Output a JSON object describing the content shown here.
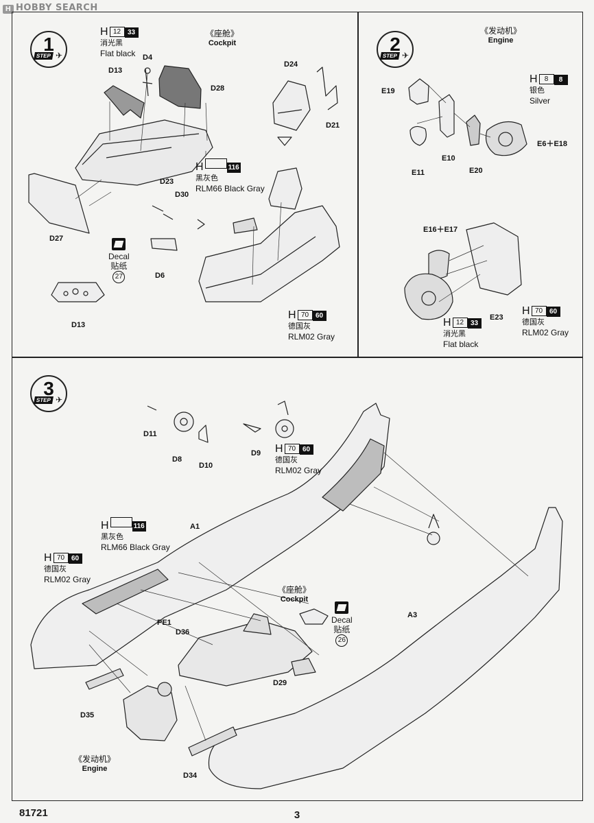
{
  "watermark": "HOBBY SEARCH",
  "watermark_logo": "H",
  "steps": {
    "s1": {
      "num": "1",
      "word": "STEP",
      "title_cn": "《座舱》",
      "title_en": "Cockpit",
      "labels": {
        "d4": "D4",
        "d13": "D13",
        "d28": "D28",
        "d24": "D24",
        "d21": "D21",
        "d23": "D23",
        "d30": "D30",
        "d27": "D27",
        "d6": "D6",
        "d13b": "D13"
      },
      "paint_black": {
        "h": "H",
        "code1": "12",
        "code2": "33",
        "cn": "消光黑",
        "en": "Flat black"
      },
      "paint_rlm66": {
        "h": "H",
        "code2": "116",
        "cn": "黑灰色",
        "en": "RLM66 Black Gray"
      },
      "paint_rlm02": {
        "h": "H",
        "code1": "70",
        "code2": "60",
        "cn": "德国灰",
        "en": "RLM02 Gray"
      },
      "decal": {
        "en": "Decal",
        "cn": "贴纸",
        "num": "27"
      }
    },
    "s2": {
      "num": "2",
      "word": "STEP",
      "title_cn": "《发动机》",
      "title_en": "Engine",
      "labels": {
        "e19": "E19",
        "e11": "E11",
        "e10": "E10",
        "e20": "E20",
        "e6e18": "E6＋E18",
        "e16e17": "E16＋E17",
        "e23": "E23"
      },
      "paint_silver": {
        "h": "H",
        "code1": "8",
        "code2": "8",
        "cn": "银色",
        "en": "Silver"
      },
      "paint_black": {
        "h": "H",
        "code1": "12",
        "code2": "33",
        "cn": "消光黑",
        "en": "Flat black"
      },
      "paint_rlm02": {
        "h": "H",
        "code1": "70",
        "code2": "60",
        "cn": "德国灰",
        "en": "RLM02 Gray"
      }
    },
    "s3": {
      "num": "3",
      "word": "STEP",
      "labels": {
        "d11": "D11",
        "d8": "D8",
        "d10": "D10",
        "d9": "D9",
        "a1": "A1",
        "a3": "A3",
        "pe1": "PE1",
        "d36": "D36",
        "d29": "D29",
        "d35": "D35",
        "d34": "D34"
      },
      "cockpit_cn": "《座舱》",
      "cockpit_en": "Cockpit",
      "engine_cn": "《发动机》",
      "engine_en": "Engine",
      "paint_rlm02_top": {
        "h": "H",
        "code1": "70",
        "code2": "60",
        "cn": "德国灰",
        "en": "RLM02 Gray"
      },
      "paint_rlm66": {
        "h": "H",
        "code2": "116",
        "cn": "黑灰色",
        "en": "RLM66 Black Gray"
      },
      "paint_rlm02_left": {
        "h": "H",
        "code1": "70",
        "code2": "60",
        "cn": "德国灰",
        "en": "RLM02 Gray"
      },
      "decal": {
        "en": "Decal",
        "cn": "贴纸",
        "num": "26"
      }
    }
  },
  "footer": {
    "kit_number": "81721",
    "page_number": "3"
  }
}
